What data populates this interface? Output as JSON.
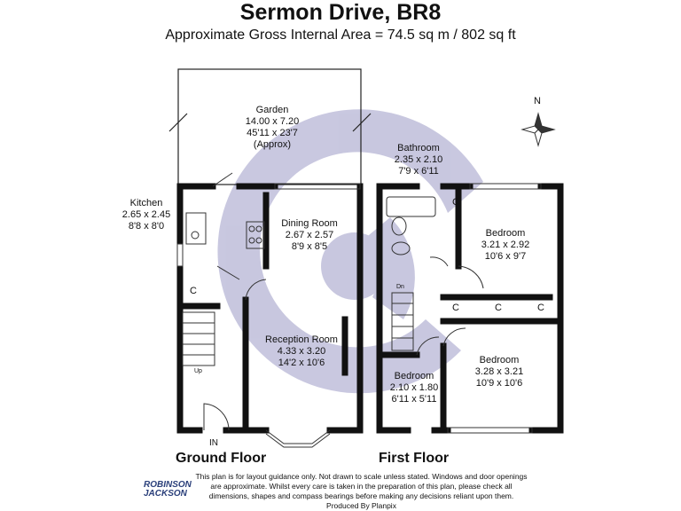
{
  "header": {
    "title": "Sermon Drive, BR8",
    "area": "Approximate Gross Internal Area = 74.5 sq m / 802 sq ft"
  },
  "rooms": {
    "garden": [
      "Garden",
      "14.00 x 7.20",
      "45'11 x 23'7",
      "(Approx)"
    ],
    "kitchen": [
      "Kitchen",
      "2.65 x 2.45",
      "8'8 x 8'0"
    ],
    "dining": [
      "Dining Room",
      "2.67 x 2.57",
      "8'9 x 8'5"
    ],
    "reception": [
      "Reception Room",
      "4.33 x 3.20",
      "14'2 x 10'6"
    ],
    "bathroom": [
      "Bathroom",
      "2.35 x 2.10",
      "7'9 x 6'11"
    ],
    "bedroom1": [
      "Bedroom",
      "3.21 x 2.92",
      "10'6 x 9'7"
    ],
    "bedroom2": [
      "Bedroom",
      "3.28 x 3.21",
      "10'9 x 10'6"
    ],
    "bedroom3": [
      "Bedroom",
      "2.10 x 1.80",
      "6'11 x 5'11"
    ]
  },
  "labels": {
    "cupboard": "C",
    "up": "Up",
    "down": "Dn",
    "entrance": "IN",
    "north": "N"
  },
  "floors": {
    "ground": "Ground Floor",
    "first": "First Floor"
  },
  "disclaimer": [
    "This plan is for layout guidance only. Not drawn to scale unless stated. Windows and door openings",
    "are approximate. Whilst every care is taken in the preparation of this plan, please check all",
    "dimensions, shapes and compass bearings before making any decisions reliant upon them.",
    "Produced By Planpix"
  ],
  "logo": [
    "ROBINSON",
    "JACKSON"
  ],
  "colors": {
    "wall": "#111111",
    "watermark": "#3d3b8e",
    "watermark_opacity": "0.28"
  }
}
